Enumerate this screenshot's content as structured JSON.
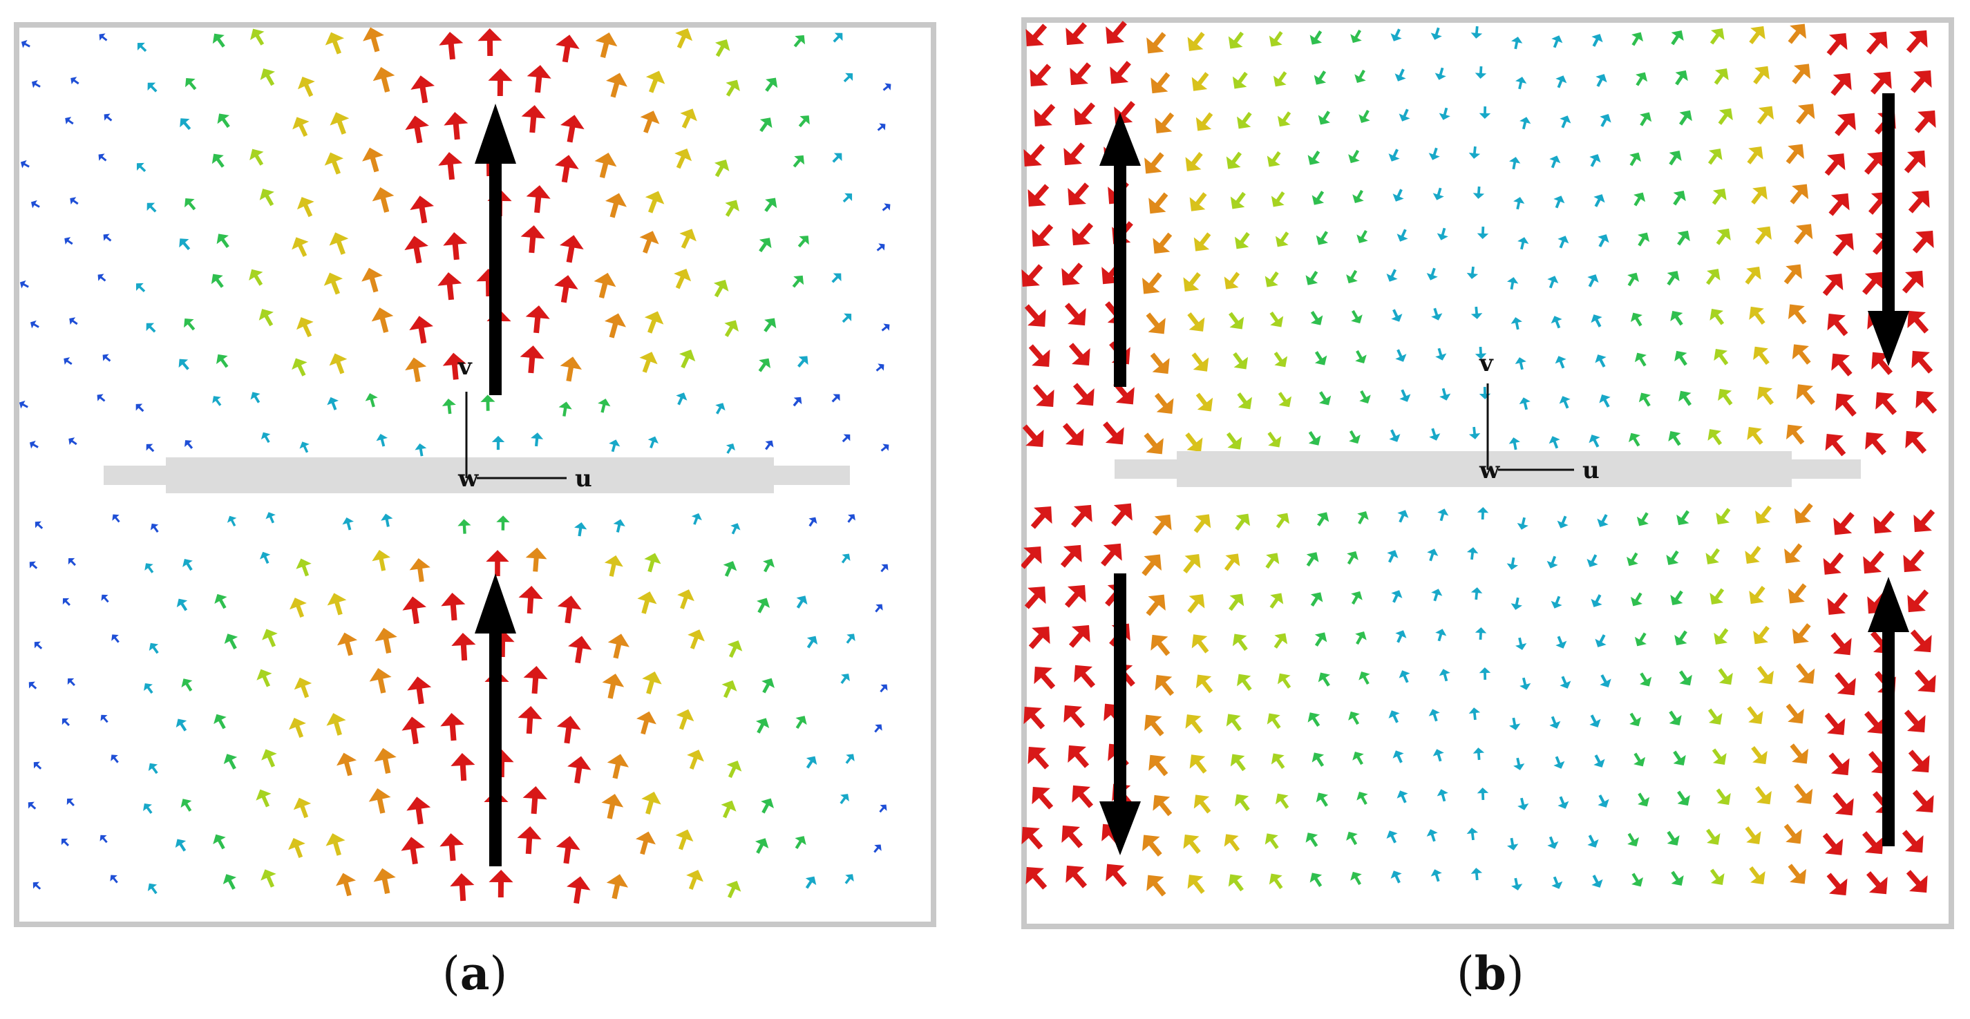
{
  "figure": {
    "panels": [
      {
        "id": "a",
        "caption_open": "(",
        "caption_letter": "a",
        "caption_close": ")",
        "axis_labels": {
          "v": "v",
          "w": "w",
          "u": "u"
        },
        "colors": {
          "frame": "#c8c8c8",
          "rod": "#dcdcdc",
          "main_arrow": "#000000"
        }
      },
      {
        "id": "b",
        "caption_open": "(",
        "caption_letter": "b",
        "caption_close": ")",
        "axis_labels": {
          "v": "v",
          "w": "w",
          "u": "u"
        },
        "colors": {
          "frame": "#c8c8c8",
          "rod": "#dcdcdc",
          "main_arrow": "#000000"
        }
      }
    ],
    "magnitude_palette": [
      "#1f4fd6",
      "#18a8c8",
      "#2fbf4f",
      "#a6d321",
      "#d8c21c",
      "#e08a1a",
      "#d81818"
    ]
  }
}
